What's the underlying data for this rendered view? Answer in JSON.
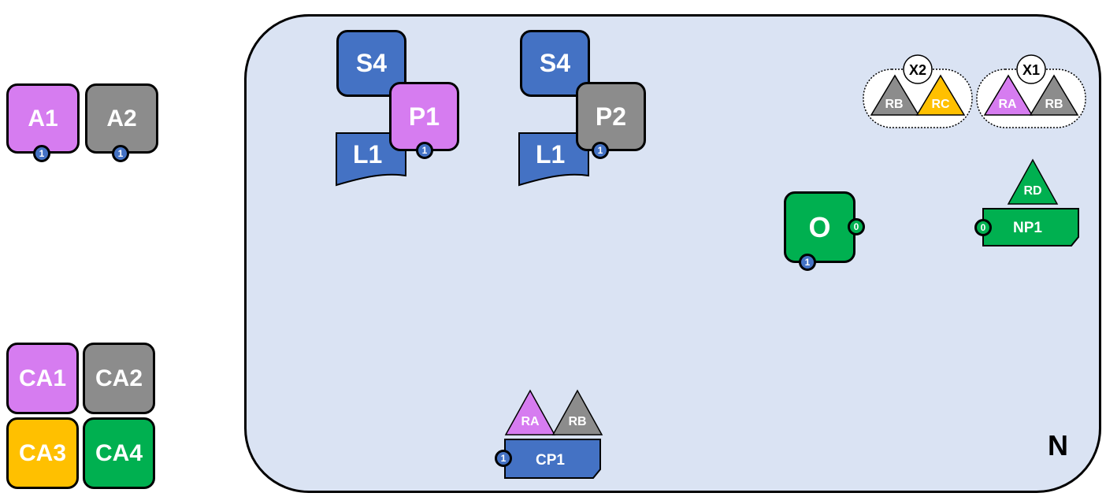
{
  "agents": {
    "a1": "A1",
    "a2": "A2",
    "a1_badge": "1",
    "a2_badge": "1"
  },
  "cas": {
    "ca1": "CA1",
    "ca2": "CA2",
    "ca3": "CA3",
    "ca4": "CA4"
  },
  "network": {
    "label": "N",
    "groups": [
      {
        "store": "S4",
        "process": "P1",
        "location": "L1",
        "badge": "1"
      },
      {
        "store": "S4",
        "process": "P2",
        "location": "L1",
        "badge": "1"
      }
    ],
    "x2": {
      "label": "X2",
      "left": "RB",
      "right": "RC"
    },
    "x1": {
      "label": "X1",
      "left": "RA",
      "right": "RB"
    },
    "org": {
      "label": "O",
      "right_badge": "0",
      "bottom_badge": "1"
    },
    "np1": {
      "label": "NP1",
      "badge": "0",
      "role": "RD"
    },
    "cp1": {
      "label": "CP1",
      "badge": "1",
      "roles": [
        "RA",
        "RB"
      ]
    }
  },
  "colors": {
    "purple": "#d67cf0",
    "gray": "#8c8c8c",
    "yellow": "#ffc000",
    "green": "#00b050",
    "blue": "#4472c4",
    "network_bg": "#dae3f3"
  }
}
